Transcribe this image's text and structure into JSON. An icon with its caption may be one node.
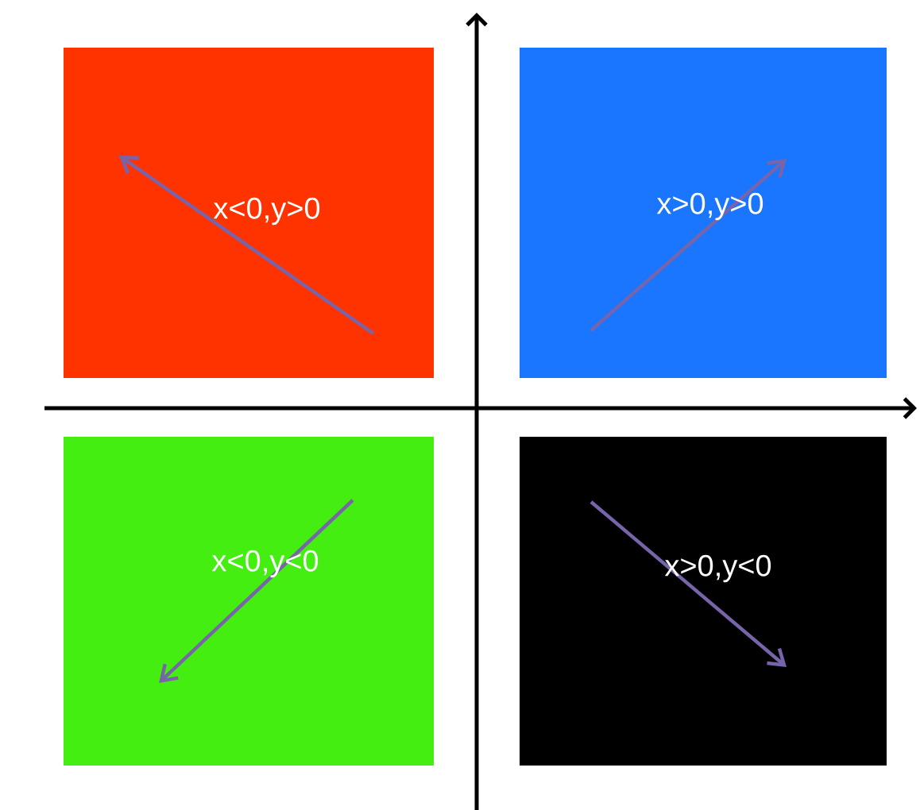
{
  "diagram": {
    "nodes": [
      {
        "text": [
          "x<0,y>0"
        ]
      },
      {
        "text": [
          "x>0,y>0"
        ]
      },
      {
        "text": [
          "x<0,y<0"
        ]
      },
      {
        "text": [
          "x>0,y<0"
        ]
      }
    ]
  }
}
